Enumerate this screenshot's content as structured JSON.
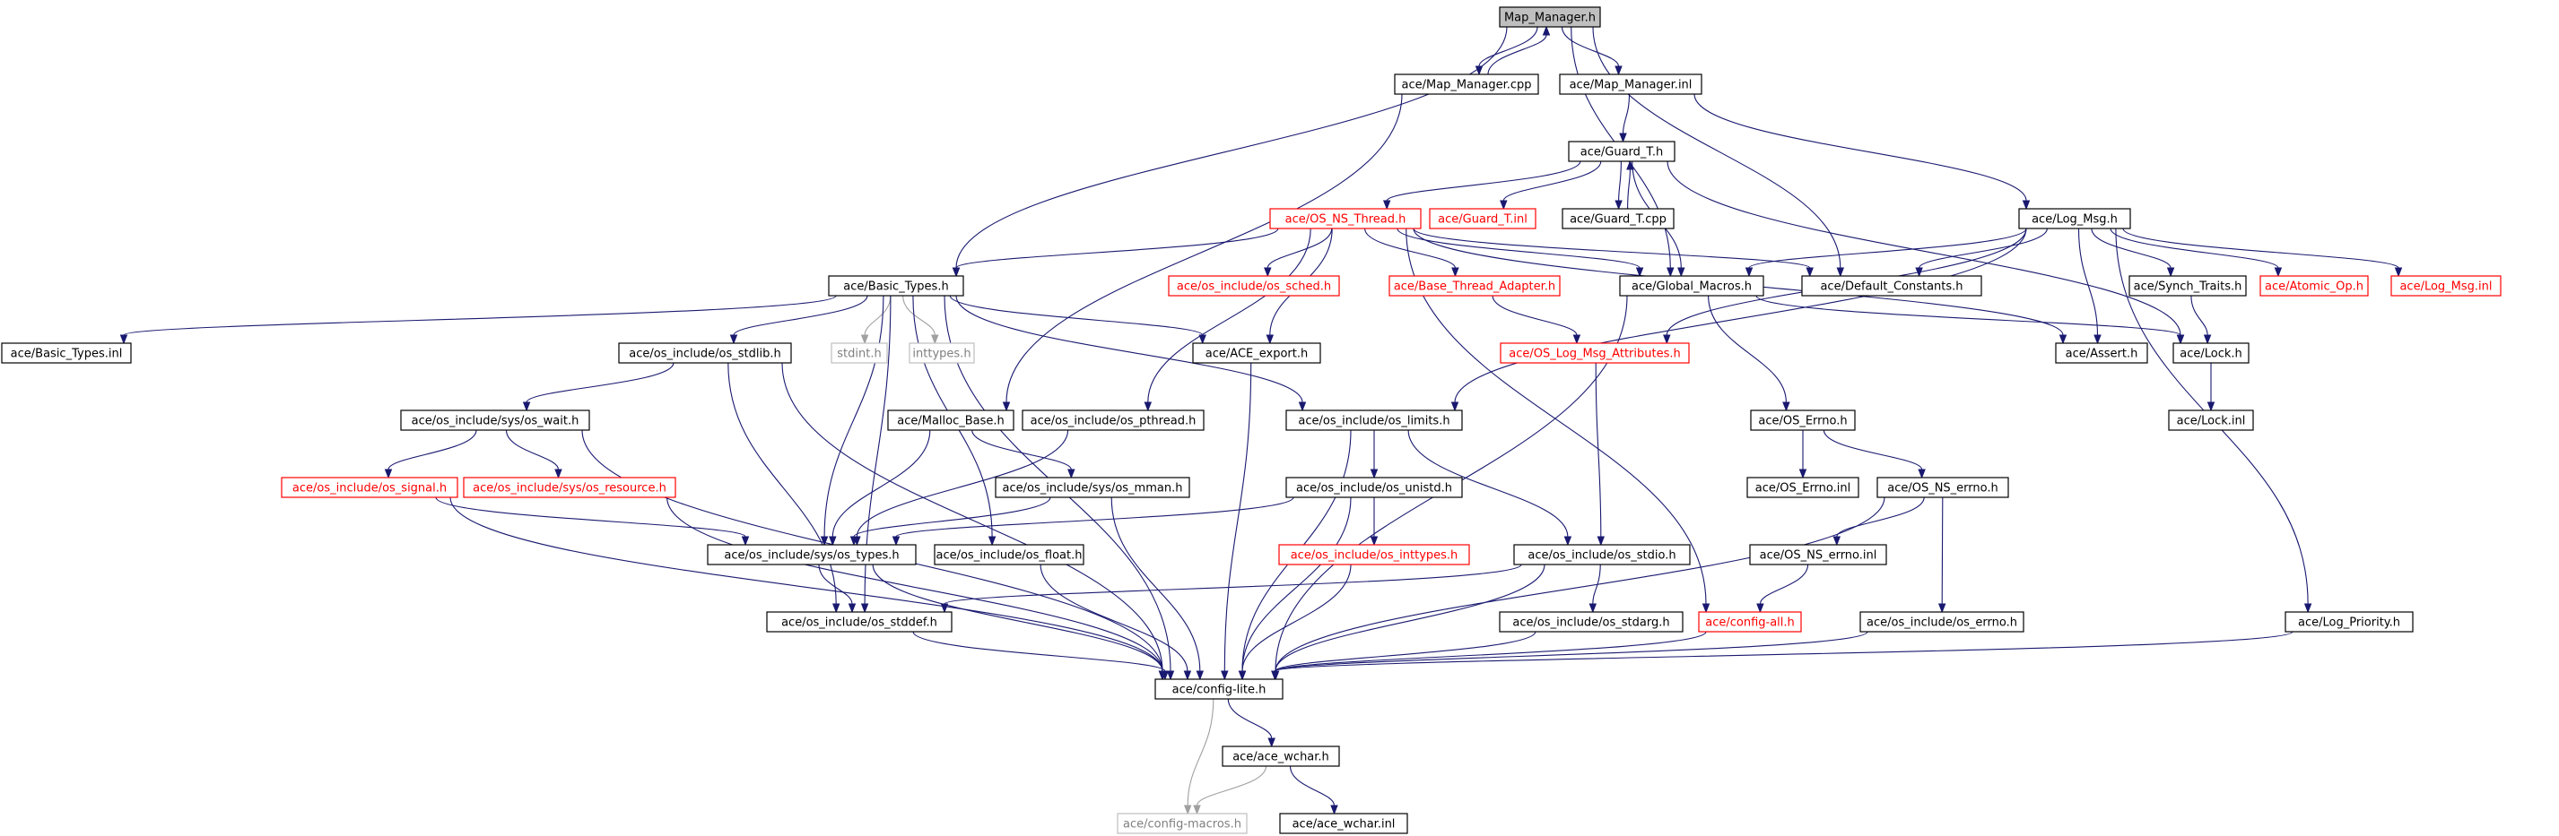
{
  "colors": {
    "edge": "#191970",
    "edge_muted": "#a0a0a0",
    "root_fill": "#bfbfbf",
    "normal_border": "#000000",
    "truncated_border": "#ff0000",
    "system_border": "#bfbfbf",
    "normal_text": "#000000",
    "truncated_text": "#ff0000",
    "system_text": "#7f7f7f"
  },
  "diagram": {
    "nodes": [
      {
        "id": "root",
        "label": "Map_Manager.h",
        "style": "root"
      },
      {
        "id": "mm_cpp",
        "label": "ace/Map_Manager.cpp",
        "style": "normal"
      },
      {
        "id": "mm_inl",
        "label": "ace/Map_Manager.inl",
        "style": "normal"
      },
      {
        "id": "guard_h",
        "label": "ace/Guard_T.h",
        "style": "normal"
      },
      {
        "id": "os_ns_thread",
        "label": "ace/OS_NS_Thread.h",
        "style": "truncated"
      },
      {
        "id": "guard_inl",
        "label": "ace/Guard_T.inl",
        "style": "truncated"
      },
      {
        "id": "guard_cpp",
        "label": "ace/Guard_T.cpp",
        "style": "normal"
      },
      {
        "id": "log_msg",
        "label": "ace/Log_Msg.h",
        "style": "normal"
      },
      {
        "id": "basic_types",
        "label": "ace/Basic_Types.h",
        "style": "normal"
      },
      {
        "id": "os_sched",
        "label": "ace/os_include/os_sched.h",
        "style": "truncated"
      },
      {
        "id": "base_thread",
        "label": "ace/Base_Thread_Adapter.h",
        "style": "truncated"
      },
      {
        "id": "global_macros",
        "label": "ace/Global_Macros.h",
        "style": "normal"
      },
      {
        "id": "default_const",
        "label": "ace/Default_Constants.h",
        "style": "normal"
      },
      {
        "id": "synch_traits",
        "label": "ace/Synch_Traits.h",
        "style": "normal"
      },
      {
        "id": "atomic_op",
        "label": "ace/Atomic_Op.h",
        "style": "truncated"
      },
      {
        "id": "log_msg_inl",
        "label": "ace/Log_Msg.inl",
        "style": "truncated"
      },
      {
        "id": "basic_types_inl",
        "label": "ace/Basic_Types.inl",
        "style": "normal"
      },
      {
        "id": "os_stdlib",
        "label": "ace/os_include/os_stdlib.h",
        "style": "normal"
      },
      {
        "id": "stdint",
        "label": "stdint.h",
        "style": "system"
      },
      {
        "id": "inttypes",
        "label": "inttypes.h",
        "style": "system"
      },
      {
        "id": "ace_export",
        "label": "ace/ACE_export.h",
        "style": "normal"
      },
      {
        "id": "os_log_attr",
        "label": "ace/OS_Log_Msg_Attributes.h",
        "style": "truncated"
      },
      {
        "id": "assert_h",
        "label": "ace/Assert.h",
        "style": "normal"
      },
      {
        "id": "lock_h",
        "label": "ace/Lock.h",
        "style": "normal"
      },
      {
        "id": "os_wait",
        "label": "ace/os_include/sys/os_wait.h",
        "style": "normal"
      },
      {
        "id": "malloc_base",
        "label": "ace/Malloc_Base.h",
        "style": "normal"
      },
      {
        "id": "os_pthread",
        "label": "ace/os_include/os_pthread.h",
        "style": "normal"
      },
      {
        "id": "os_limits",
        "label": "ace/os_include/os_limits.h",
        "style": "normal"
      },
      {
        "id": "os_errno_h",
        "label": "ace/OS_Errno.h",
        "style": "normal"
      },
      {
        "id": "lock_inl",
        "label": "ace/Lock.inl",
        "style": "normal"
      },
      {
        "id": "os_signal",
        "label": "ace/os_include/os_signal.h",
        "style": "truncated"
      },
      {
        "id": "os_resource",
        "label": "ace/os_include/sys/os_resource.h",
        "style": "truncated"
      },
      {
        "id": "os_mman",
        "label": "ace/os_include/sys/os_mman.h",
        "style": "normal"
      },
      {
        "id": "os_unistd",
        "label": "ace/os_include/os_unistd.h",
        "style": "normal"
      },
      {
        "id": "os_errno_inl",
        "label": "ace/OS_Errno.inl",
        "style": "normal"
      },
      {
        "id": "os_ns_errno_h",
        "label": "ace/OS_NS_errno.h",
        "style": "normal"
      },
      {
        "id": "os_types",
        "label": "ace/os_include/sys/os_types.h",
        "style": "normal"
      },
      {
        "id": "os_float",
        "label": "ace/os_include/os_float.h",
        "style": "normal"
      },
      {
        "id": "os_inttypes",
        "label": "ace/os_include/os_inttypes.h",
        "style": "truncated"
      },
      {
        "id": "os_stdio",
        "label": "ace/os_include/os_stdio.h",
        "style": "normal"
      },
      {
        "id": "os_ns_errno_inl",
        "label": "ace/OS_NS_errno.inl",
        "style": "normal"
      },
      {
        "id": "os_stddef",
        "label": "ace/os_include/os_stddef.h",
        "style": "normal"
      },
      {
        "id": "os_stdarg",
        "label": "ace/os_include/os_stdarg.h",
        "style": "normal"
      },
      {
        "id": "config_all",
        "label": "ace/config-all.h",
        "style": "truncated"
      },
      {
        "id": "os_errno_inc",
        "label": "ace/os_include/os_errno.h",
        "style": "normal"
      },
      {
        "id": "log_priority",
        "label": "ace/Log_Priority.h",
        "style": "normal"
      },
      {
        "id": "config_lite",
        "label": "ace/config-lite.h",
        "style": "normal"
      },
      {
        "id": "ace_wchar",
        "label": "ace/ace_wchar.h",
        "style": "normal"
      },
      {
        "id": "config_macros",
        "label": "ace/config-macros.h",
        "style": "system"
      },
      {
        "id": "ace_wchar_inl",
        "label": "ace/ace_wchar.inl",
        "style": "normal"
      }
    ],
    "edges": [
      [
        "root",
        "mm_cpp"
      ],
      [
        "mm_cpp",
        "root"
      ],
      [
        "root",
        "mm_inl"
      ],
      [
        "root",
        "basic_types"
      ],
      [
        "root",
        "global_macros"
      ],
      [
        "root",
        "default_const"
      ],
      [
        "mm_cpp",
        "malloc_base"
      ],
      [
        "mm_inl",
        "guard_h"
      ],
      [
        "mm_inl",
        "log_msg"
      ],
      [
        "guard_h",
        "os_ns_thread"
      ],
      [
        "guard_h",
        "guard_inl"
      ],
      [
        "guard_h",
        "guard_cpp"
      ],
      [
        "guard_cpp",
        "guard_h"
      ],
      [
        "guard_h",
        "global_macros"
      ],
      [
        "guard_h",
        "lock_h"
      ],
      [
        "os_ns_thread",
        "basic_types"
      ],
      [
        "os_ns_thread",
        "os_sched"
      ],
      [
        "os_ns_thread",
        "base_thread"
      ],
      [
        "os_ns_thread",
        "global_macros"
      ],
      [
        "os_ns_thread",
        "default_const"
      ],
      [
        "os_ns_thread",
        "ace_export"
      ],
      [
        "os_ns_thread",
        "os_pthread"
      ],
      [
        "os_ns_thread",
        "config_all"
      ],
      [
        "os_ns_thread",
        "assert_h"
      ],
      [
        "log_msg",
        "global_macros"
      ],
      [
        "log_msg",
        "default_const"
      ],
      [
        "log_msg",
        "synch_traits"
      ],
      [
        "log_msg",
        "atomic_op"
      ],
      [
        "log_msg",
        "log_msg_inl"
      ],
      [
        "log_msg",
        "assert_h"
      ],
      [
        "log_msg",
        "os_log_attr"
      ],
      [
        "log_msg",
        "os_limits"
      ],
      [
        "log_msg",
        "log_priority"
      ],
      [
        "synch_traits",
        "lock_h"
      ],
      [
        "lock_h",
        "lock_inl"
      ],
      [
        "base_thread",
        "os_log_attr"
      ],
      [
        "os_log_attr",
        "os_stdio"
      ],
      [
        "global_macros",
        "os_errno_h"
      ],
      [
        "global_macros",
        "config_lite"
      ],
      [
        "global_macros",
        "lock_h"
      ],
      [
        "basic_types",
        "basic_types_inl"
      ],
      [
        "basic_types",
        "os_stdlib"
      ],
      [
        "basic_types",
        "stdint"
      ],
      [
        "basic_types",
        "inttypes"
      ],
      [
        "basic_types",
        "ace_export"
      ],
      [
        "basic_types",
        "os_limits"
      ],
      [
        "basic_types",
        "os_types"
      ],
      [
        "basic_types",
        "os_float"
      ],
      [
        "basic_types",
        "os_stddef"
      ],
      [
        "basic_types",
        "config_lite"
      ],
      [
        "os_stdlib",
        "os_wait"
      ],
      [
        "os_stdlib",
        "os_stddef"
      ],
      [
        "os_stdlib",
        "config_lite"
      ],
      [
        "ace_export",
        "config_lite"
      ],
      [
        "os_wait",
        "os_signal"
      ],
      [
        "os_wait",
        "os_resource"
      ],
      [
        "os_wait",
        "config_lite"
      ],
      [
        "malloc_base",
        "os_types"
      ],
      [
        "malloc_base",
        "os_mman"
      ],
      [
        "os_pthread",
        "os_types"
      ],
      [
        "os_limits",
        "os_unistd"
      ],
      [
        "os_limits",
        "os_stdio"
      ],
      [
        "os_limits",
        "config_lite"
      ],
      [
        "os_errno_h",
        "os_errno_inl"
      ],
      [
        "os_errno_h",
        "os_ns_errno_h"
      ],
      [
        "os_signal",
        "os_types"
      ],
      [
        "os_signal",
        "config_lite"
      ],
      [
        "os_resource",
        "config_lite"
      ],
      [
        "os_mman",
        "os_types"
      ],
      [
        "os_mman",
        "config_lite"
      ],
      [
        "os_unistd",
        "os_types"
      ],
      [
        "os_unistd",
        "os_inttypes"
      ],
      [
        "os_unistd",
        "config_lite"
      ],
      [
        "os_ns_errno_h",
        "os_ns_errno_inl"
      ],
      [
        "os_ns_errno_h",
        "os_errno_inc"
      ],
      [
        "os_ns_errno_h",
        "config_lite"
      ],
      [
        "os_types",
        "os_stddef"
      ],
      [
        "os_types",
        "config_lite"
      ],
      [
        "os_float",
        "config_lite"
      ],
      [
        "os_inttypes",
        "config_lite"
      ],
      [
        "os_stdio",
        "os_stddef"
      ],
      [
        "os_stdio",
        "os_stdarg"
      ],
      [
        "os_stdio",
        "config_lite"
      ],
      [
        "os_ns_errno_inl",
        "config_all"
      ],
      [
        "os_stddef",
        "config_lite"
      ],
      [
        "os_stdarg",
        "config_lite"
      ],
      [
        "config_all",
        "config_lite"
      ],
      [
        "os_errno_inc",
        "config_lite"
      ],
      [
        "log_priority",
        "config_lite"
      ],
      [
        "config_lite",
        "ace_wchar"
      ],
      [
        "config_lite",
        "config_macros"
      ],
      [
        "ace_wchar",
        "config_macros"
      ],
      [
        "ace_wchar",
        "ace_wchar_inl"
      ]
    ]
  }
}
